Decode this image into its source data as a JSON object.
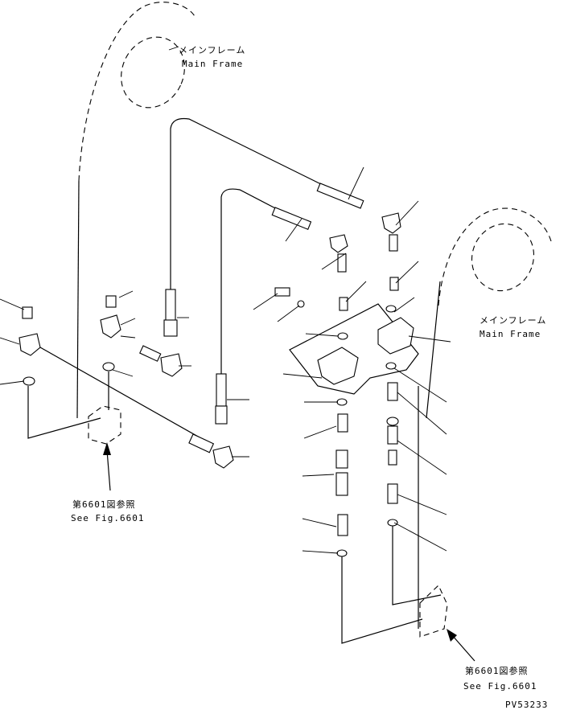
{
  "labels": {
    "main_frame_left_jp": "メインフレーム",
    "main_frame_left_en": "Main Frame",
    "main_frame_right_jp": "メインフレーム",
    "main_frame_right_en": "Main Frame",
    "ref_left_jp": "第6601図参照",
    "ref_left_en": "See Fig.6601",
    "ref_right_jp": "第6601図参照",
    "ref_right_en": "See Fig.6601",
    "drawing_number": "PV53233"
  }
}
